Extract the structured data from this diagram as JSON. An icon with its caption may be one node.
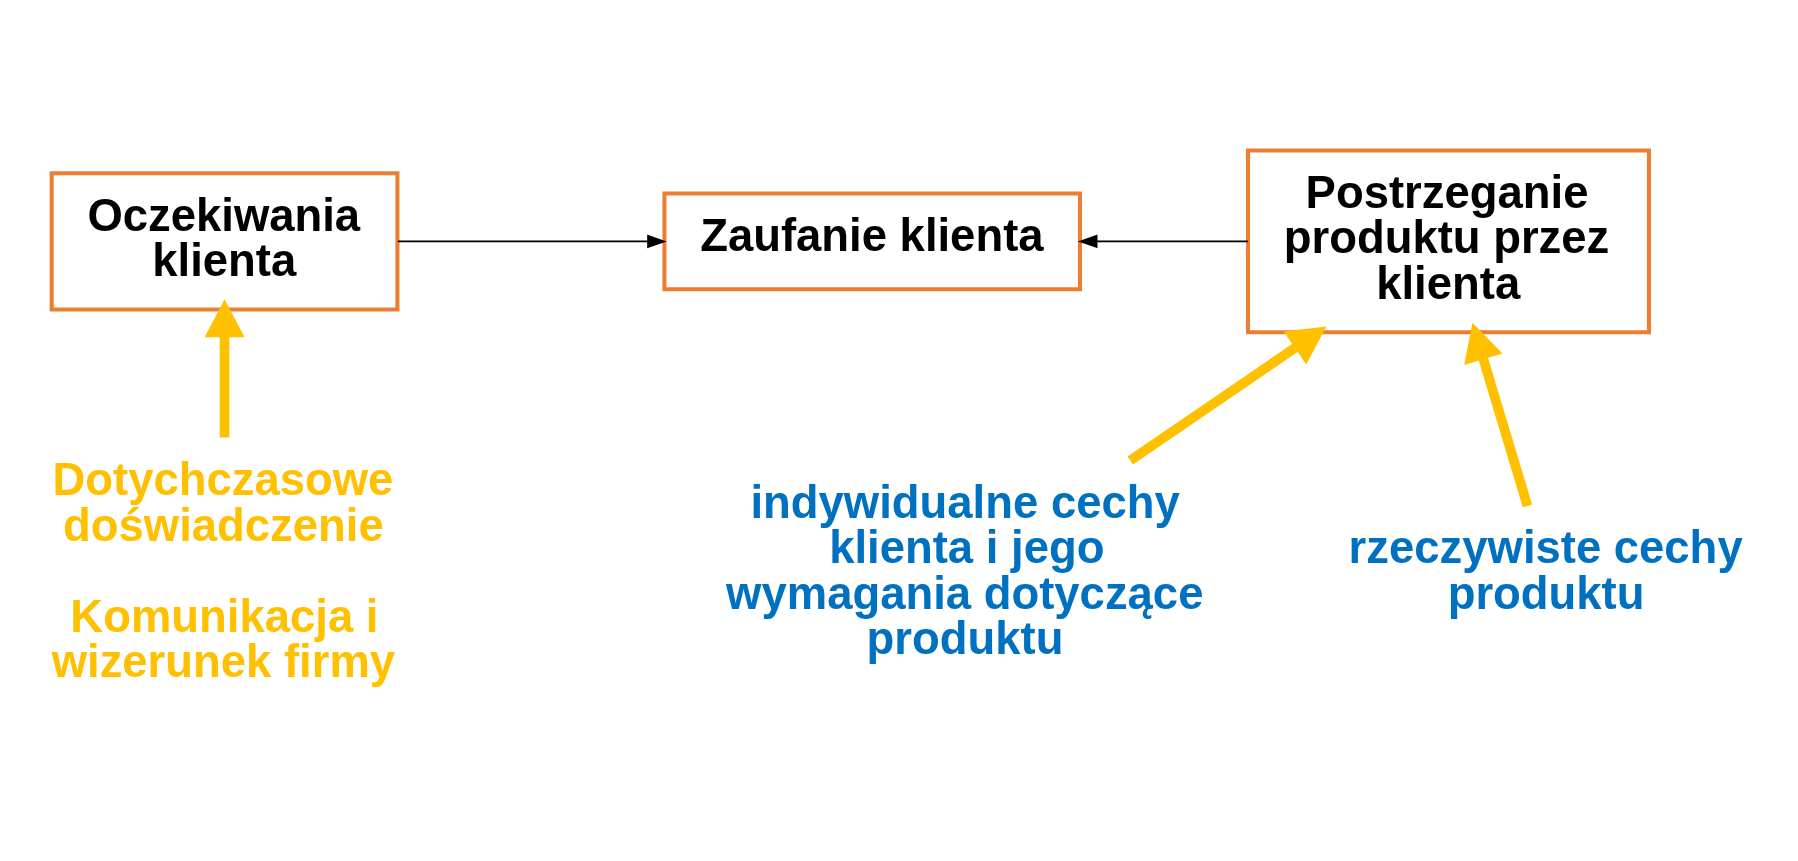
{
  "diagram": {
    "nodes": [
      {
        "text": [
          "Oczekiwania klienta"
        ]
      },
      {
        "text": [
          "Zaufanie klienta"
        ]
      },
      {
        "text": [
          "Postrzeganie produktu przez klienta"
        ]
      },
      {
        "text": [
          "Dotychczasowe doświadczenie",
          "Komunikacja i wizerunek firmy"
        ]
      },
      {
        "text": [
          "indywidualne cechy klienta i jego wymagania dotyczące produktu"
        ]
      },
      {
        "text": [
          "rzeczywiste cechy produktu"
        ]
      }
    ],
    "edges": [
      {
        "from": 0,
        "to": 1,
        "arrow": "to",
        "color": "#000000"
      },
      {
        "from": 2,
        "to": 1,
        "arrow": "to",
        "color": "#000000"
      },
      {
        "from": 3,
        "to": 0,
        "arrow": "to",
        "color": "#ffc000"
      },
      {
        "from": 4,
        "to": 2,
        "arrow": "to",
        "color": "#ffc000"
      },
      {
        "from": 5,
        "to": 2,
        "arrow": "to",
        "color": "#ffc000"
      }
    ]
  }
}
